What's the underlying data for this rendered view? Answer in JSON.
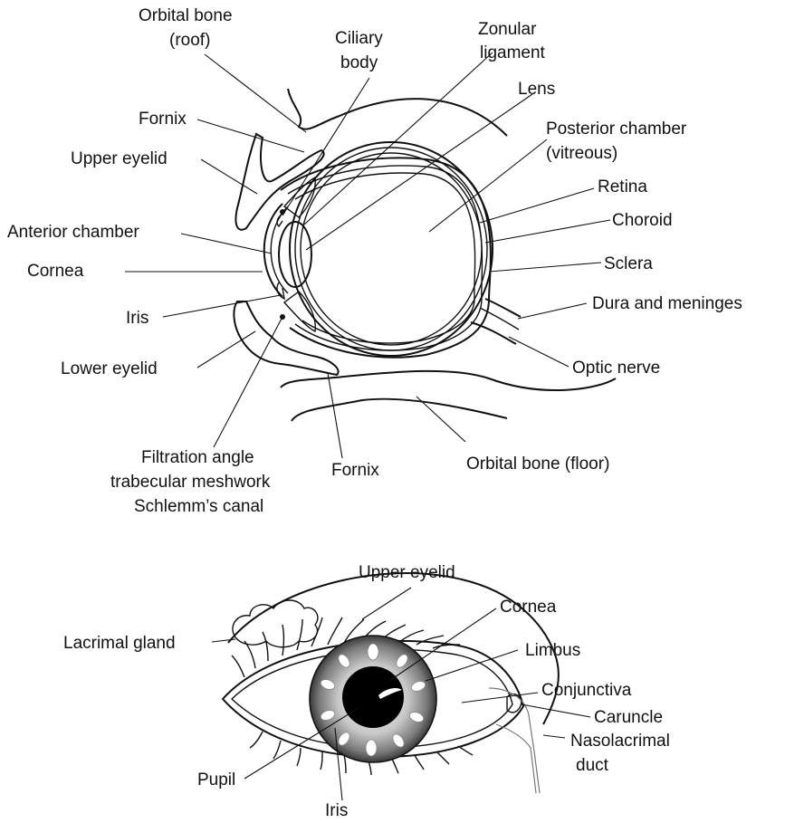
{
  "side_view": {
    "labels": {
      "orbital_bone_roof_1": "Orbital bone",
      "orbital_bone_roof_2": "(roof)",
      "ciliary_body_1": "Ciliary",
      "ciliary_body_2": "body",
      "zonular_1": "Zonular",
      "zonular_2": "ligament",
      "lens": "Lens",
      "fornix_upper": "Fornix",
      "posterior_1": "Posterior chamber",
      "posterior_2": "(vitreous)",
      "upper_eyelid": "Upper eyelid",
      "retina": "Retina",
      "anterior_chamber": "Anterior chamber",
      "choroid": "Choroid",
      "cornea": "Cornea",
      "sclera": "Sclera",
      "iris": "Iris",
      "dura": "Dura and meninges",
      "lower_eyelid": "Lower eyelid",
      "optic_nerve": "Optic nerve",
      "filtration_1": "Filtration angle",
      "filtration_2": "trabecular meshwork",
      "filtration_3": "Schlemm’s canal",
      "fornix_lower": "Fornix",
      "orbital_bone_floor": "Orbital bone (floor)"
    }
  },
  "front_view": {
    "labels": {
      "upper_eyelid": "Upper eyelid",
      "cornea": "Cornea",
      "lacrimal_gland": "Lacrimal gland",
      "limbus": "Limbus",
      "conjunctiva": "Conjunctiva",
      "caruncle": "Caruncle",
      "nasolacrimal_1": "Nasolacrimal",
      "nasolacrimal_2": "duct",
      "pupil": "Pupil",
      "iris": "Iris"
    }
  }
}
